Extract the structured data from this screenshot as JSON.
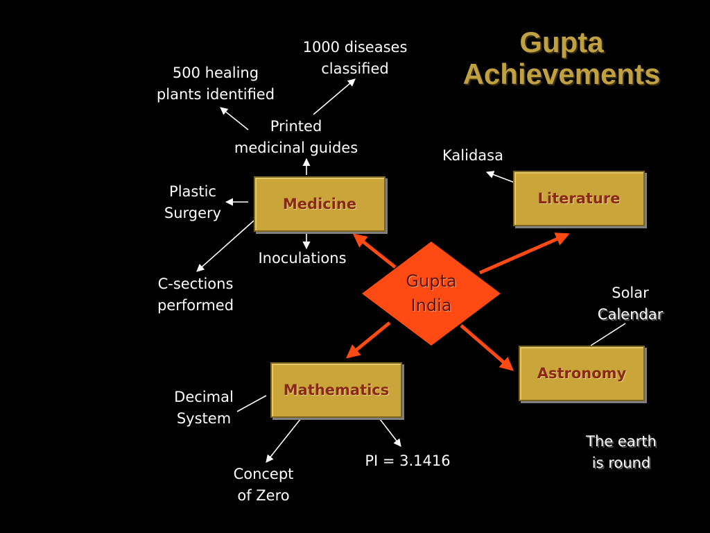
{
  "title": {
    "line1": "Gupta",
    "line2": "Achievements"
  },
  "center": {
    "line1": "Gupta",
    "line2": "India"
  },
  "boxes": {
    "medicine": "Medicine",
    "literature": "Literature",
    "mathematics": "Mathematics",
    "astronomy": "Astronomy"
  },
  "medicine": {
    "diseases": {
      "line1": "1000 diseases",
      "line2": "classified"
    },
    "plants": {
      "line1": "500 healing",
      "line2": "plants identified"
    },
    "guides": {
      "line1": "Printed",
      "line2": "medicinal guides"
    },
    "plastic": {
      "line1": "Plastic",
      "line2": "Surgery"
    },
    "inoculations": "Inoculations",
    "csections": {
      "line1": "C-sections",
      "line2": "performed"
    }
  },
  "literature": {
    "kalidasa": "Kalidasa"
  },
  "astronomy": {
    "solar": {
      "line1": "Solar",
      "line2": "Calendar"
    },
    "earth": {
      "line1": "The earth",
      "line2": "is round"
    }
  },
  "mathematics": {
    "decimal": {
      "line1": "Decimal",
      "line2": "System"
    },
    "zero": {
      "line1": "Concept",
      "line2": "of Zero"
    },
    "pi": "PI = 3.1416"
  },
  "colors": {
    "box_fill": "#C9A53A",
    "box_text": "#8B2A12",
    "diamond": "#FF4A14",
    "title": "#C0A040"
  }
}
